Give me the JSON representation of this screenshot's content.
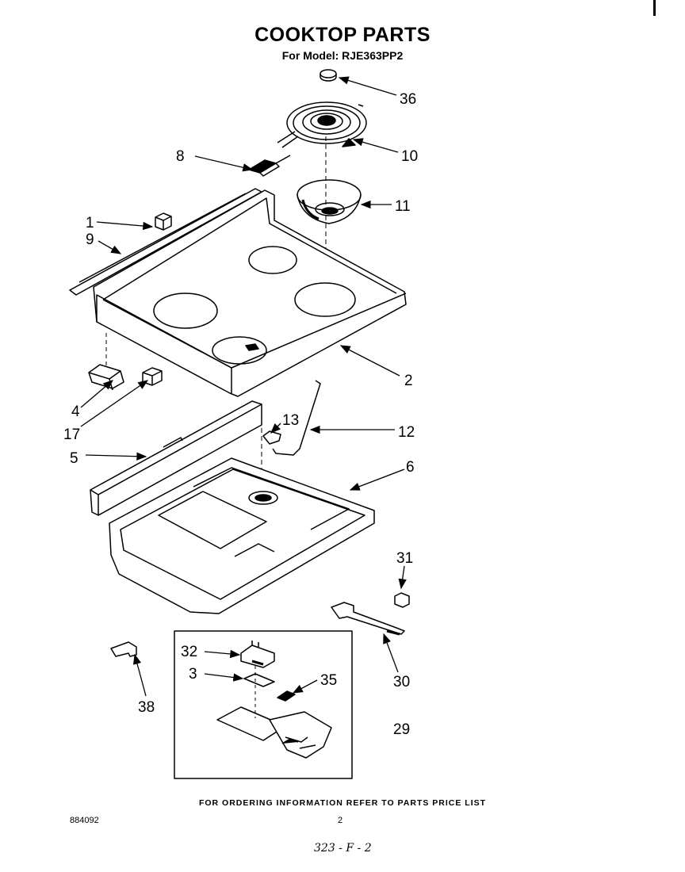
{
  "header": {
    "title": "COOKTOP PARTS",
    "subtitle": "For Model: RJE363PP2"
  },
  "callouts": {
    "p36": "36",
    "p10": "10",
    "p8": "8",
    "p11": "11",
    "p1": "1",
    "p9": "9",
    "p2": "2",
    "p4": "4",
    "p17": "17",
    "p13": "13",
    "p12": "12",
    "p5": "5",
    "p6": "6",
    "p31": "31",
    "p30": "30",
    "p32": "32",
    "p3": "3",
    "p35": "35",
    "p38": "38",
    "p29": "29"
  },
  "footer": {
    "ordering_note": "FOR ORDERING INFORMATION REFER TO PARTS PRICE LIST",
    "doc_number": "884092",
    "page_number": "2",
    "handwritten_ref": "323 - F - 2"
  }
}
